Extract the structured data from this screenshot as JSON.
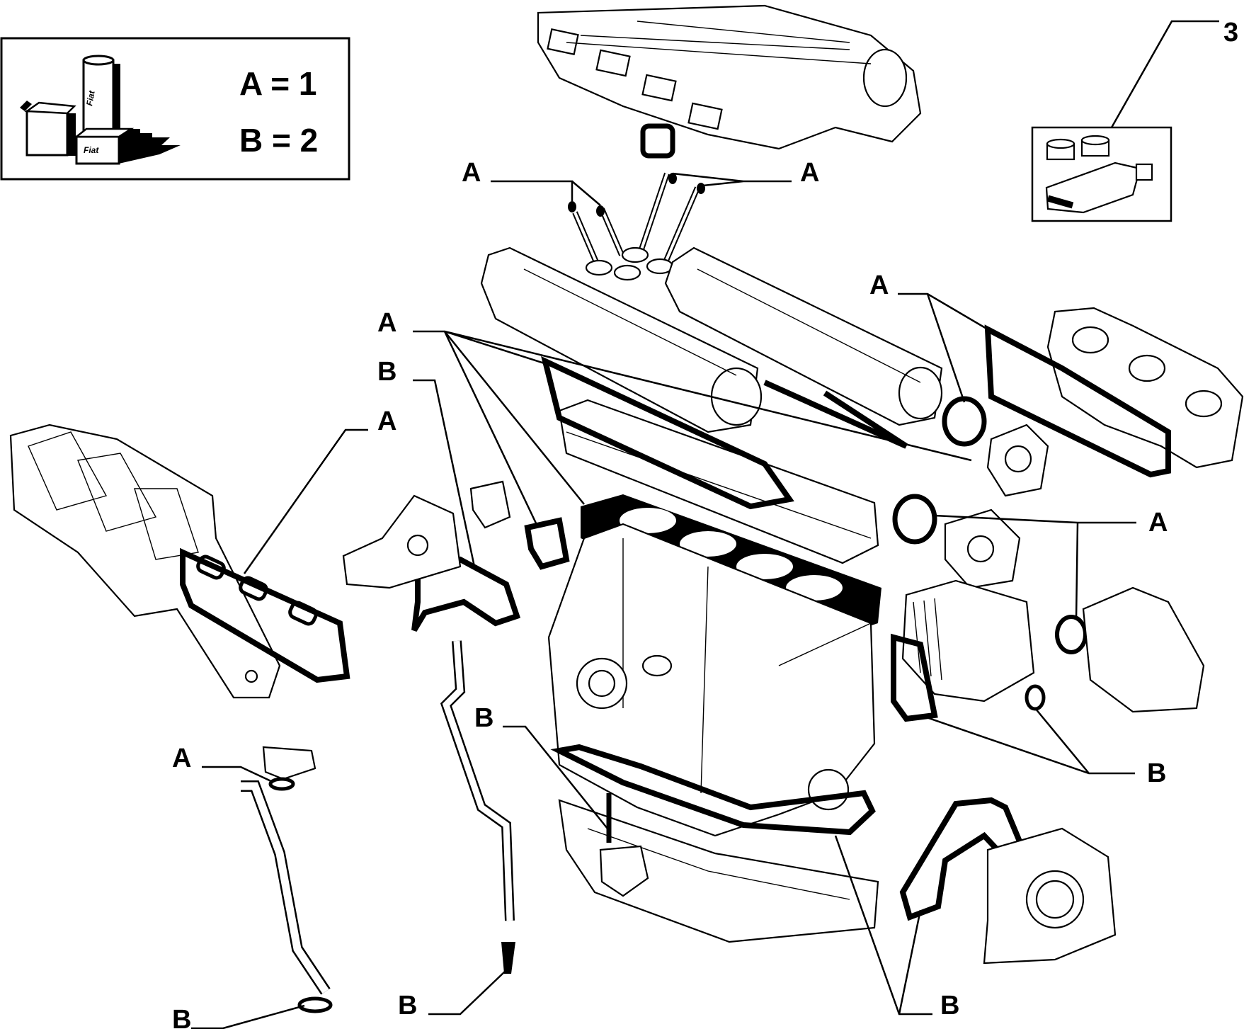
{
  "legend": {
    "eq_a": "A = 1",
    "eq_b": "B = 2",
    "brand_top": "Fiat",
    "brand_bottom": "Fiat"
  },
  "callout_3": "3",
  "letters": {
    "a": "A",
    "b": "B"
  }
}
